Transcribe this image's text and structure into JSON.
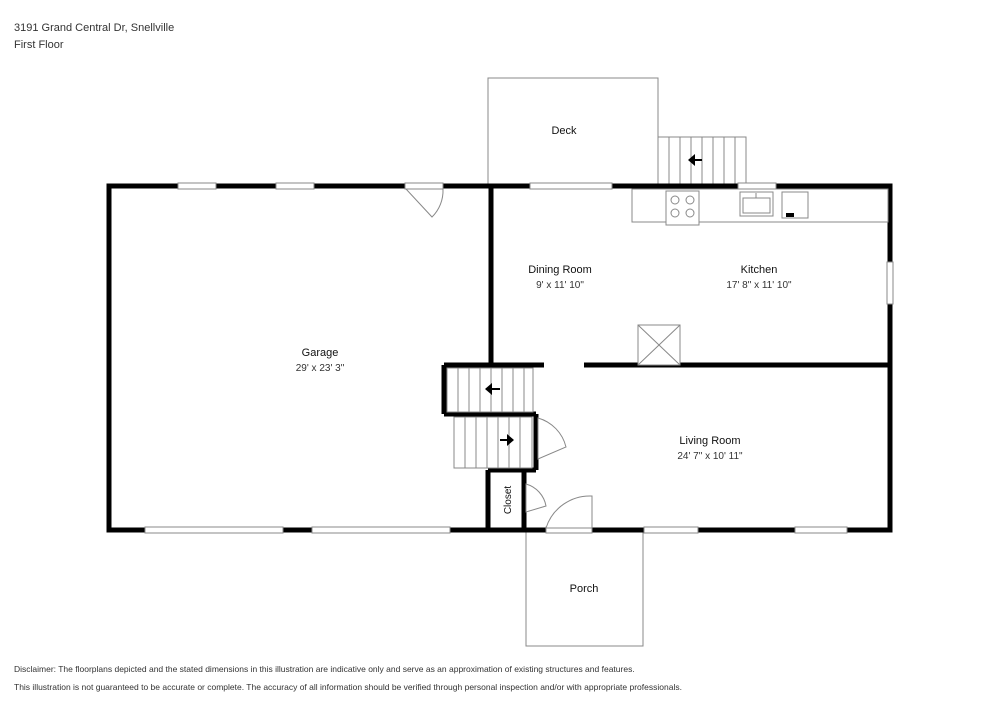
{
  "header": {
    "address": "3191 Grand Central Dr, Snellville",
    "floor": "First Floor"
  },
  "rooms": {
    "deck": {
      "name": "Deck"
    },
    "garage": {
      "name": "Garage",
      "dimensions": "29' x 23' 3\""
    },
    "dining": {
      "name": "Dining Room",
      "dimensions": "9' x 11' 10\""
    },
    "kitchen": {
      "name": "Kitchen",
      "dimensions": "17' 8\" x 11' 10\""
    },
    "living": {
      "name": "Living Room",
      "dimensions": "24' 7\" x 10' 11\""
    },
    "closet": {
      "name": "Closet"
    },
    "porch": {
      "name": "Porch"
    }
  },
  "disclaimer": {
    "line1": "Disclaimer: The floorplans depicted and the stated dimensions in this illustration are indicative only and serve as an approximation of existing structures and features.",
    "line2": "This illustration is not guaranteed to be accurate or complete. The accuracy of all information should be verified through personal inspection and/or with appropriate professionals."
  },
  "colors": {
    "wall": "#000000",
    "fixture": "#888888"
  }
}
